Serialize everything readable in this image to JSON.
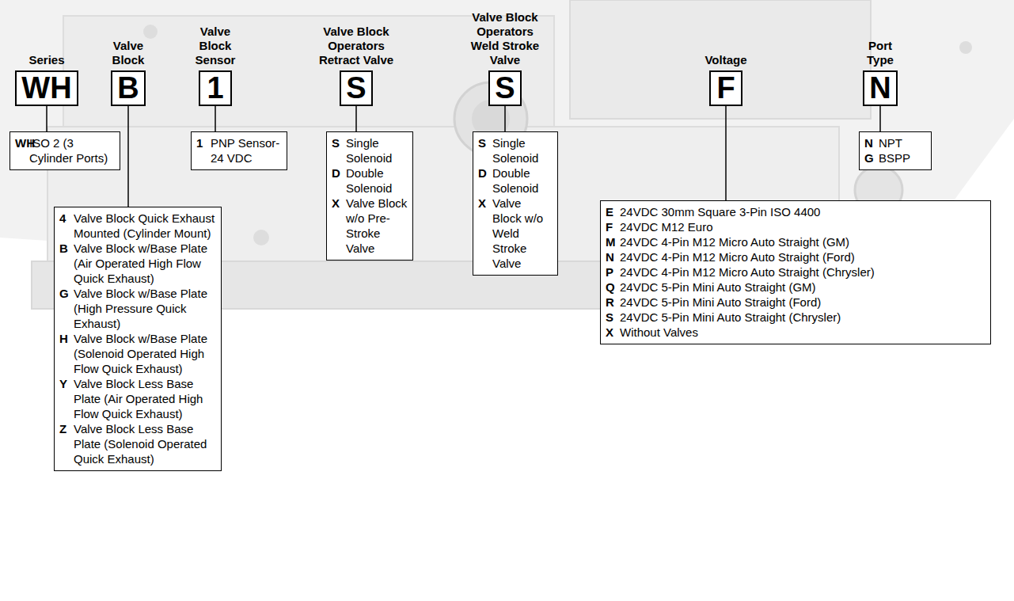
{
  "diagram": {
    "nodes": [
      {
        "text": [
          "Series",
          "WH"
        ]
      },
      {
        "text": [
          "WH",
          "ISO 2 (3 Cylinder Ports)"
        ]
      },
      {
        "text": [
          "Valve Block",
          "B"
        ]
      },
      {
        "text": [
          "4",
          "Valve Block Quick Exhaust Mounted (Cylinder Mount)",
          "B",
          "Valve Block w/Base Plate (Air Operated High Flow Quick Exhaust)",
          "G",
          "Valve Block w/Base Plate (High Pressure Quick Exhaust)",
          "H",
          "Valve Block w/Base Plate (Solenoid Operated High Flow Quick Exhaust)",
          "Y",
          "Valve Block Less Base Plate (Air Operated High Flow Quick Exhaust)",
          "Z",
          "Valve Block Less Base Plate (Solenoid Operated Quick Exhaust)"
        ]
      },
      {
        "text": [
          "Valve Block Sensor",
          "1"
        ]
      },
      {
        "text": [
          "1",
          "PNP Sensor- 24 VDC"
        ]
      },
      {
        "text": [
          "Valve Block Operators Retract Valve",
          "S"
        ]
      },
      {
        "text": [
          "S",
          "Single Solenoid",
          "D",
          "Double Solenoid",
          "X",
          "Valve Block w/o Pre-Stroke Valve"
        ]
      },
      {
        "text": [
          "Valve Block Operators Weld Stroke Valve",
          "S"
        ]
      },
      {
        "text": [
          "S",
          "Single Solenoid",
          "D",
          "Double Solenoid",
          "X",
          "Valve Block w/o Weld Stroke Valve"
        ]
      },
      {
        "text": [
          "Voltage",
          "F"
        ]
      },
      {
        "text": [
          "E",
          "24VDC 30mm Square 3-Pin ISO 4400",
          "F",
          "24VDC M12 Euro",
          "M",
          "24VDC 4-Pin M12 Micro Auto Straight (GM)",
          "N",
          "24VDC 4-Pin M12 Micro Auto Straight (Ford)",
          "P",
          "24VDC 4-Pin M12 Micro Auto Straight (Chrysler)",
          "Q",
          "24VDC 5-Pin Mini Auto Straight (GM)",
          "R",
          "24VDC 5-Pin Mini Auto Straight (Ford)",
          "S",
          "24VDC 5-Pin Mini Auto Straight (Chrysler)",
          "X",
          "Without Valves"
        ]
      },
      {
        "text": [
          "Port Type",
          "N"
        ]
      },
      {
        "text": [
          "N",
          "NPT",
          "G",
          "BSPP"
        ]
      }
    ],
    "edges": [
      {
        "from": 0,
        "to": 1,
        "arrow": "none"
      },
      {
        "from": 2,
        "to": 3,
        "arrow": "none"
      },
      {
        "from": 4,
        "to": 5,
        "arrow": "none"
      },
      {
        "from": 6,
        "to": 7,
        "arrow": "none"
      },
      {
        "from": 8,
        "to": 9,
        "arrow": "none"
      },
      {
        "from": 10,
        "to": 11,
        "arrow": "none"
      },
      {
        "from": 12,
        "to": 13,
        "arrow": "none"
      }
    ]
  }
}
